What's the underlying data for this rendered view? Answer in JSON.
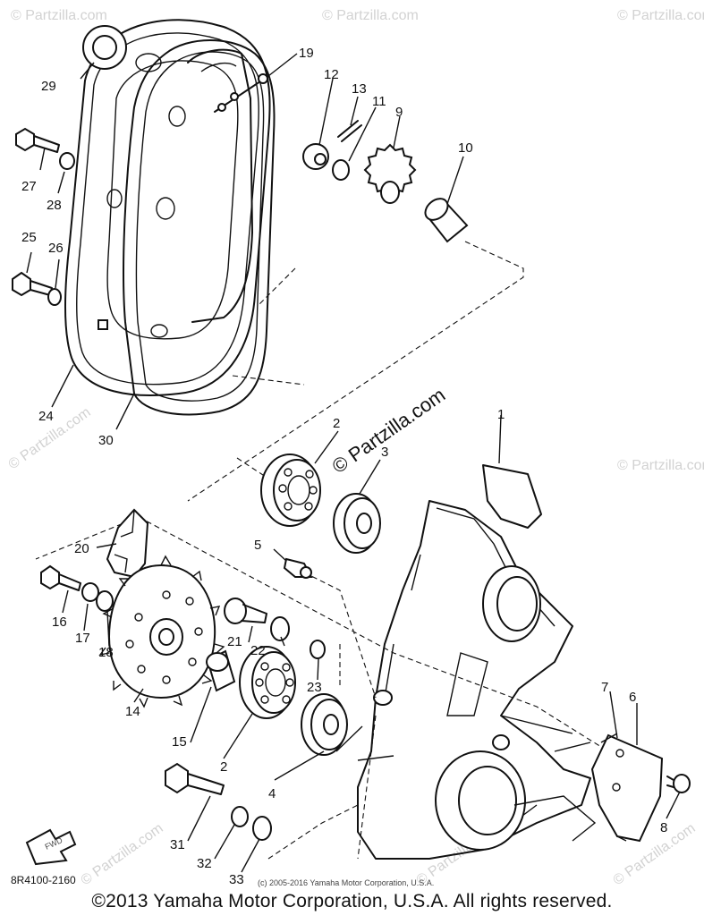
{
  "copyright": "©2013 Yamaha Motor Corporation, U.S.A. All rights reserved.",
  "small_copyright": "(c) 2005-2016 Yamaha Motor Corporation, U.S.A.",
  "diagram_code": "8R4100-2160",
  "fwd_label": "FWD",
  "watermark_center": "© Partzilla.com",
  "watermark": "© Partzilla.com",
  "callouts": {
    "c1": "1",
    "c2a": "2",
    "c2b": "2",
    "c3": "3",
    "c4": "4",
    "c5": "5",
    "c6": "6",
    "c7": "7",
    "c8": "8",
    "c9": "9",
    "c10": "10",
    "c11": "11",
    "c12": "12",
    "c13": "13",
    "c14": "14",
    "c15": "15",
    "c16": "16",
    "c17": "17",
    "c18": "18",
    "c19": "19",
    "c20": "20",
    "c21": "21",
    "c22": "22",
    "c23": "23",
    "c24": "24",
    "c25": "25",
    "c26": "26",
    "c27": "27",
    "c28": "28",
    "c29": "29",
    "c30": "30",
    "c31": "31",
    "c32": "32",
    "c33": "33"
  },
  "colors": {
    "line": "#111111",
    "watermark": "#d2d2d2",
    "background": "#ffffff"
  }
}
